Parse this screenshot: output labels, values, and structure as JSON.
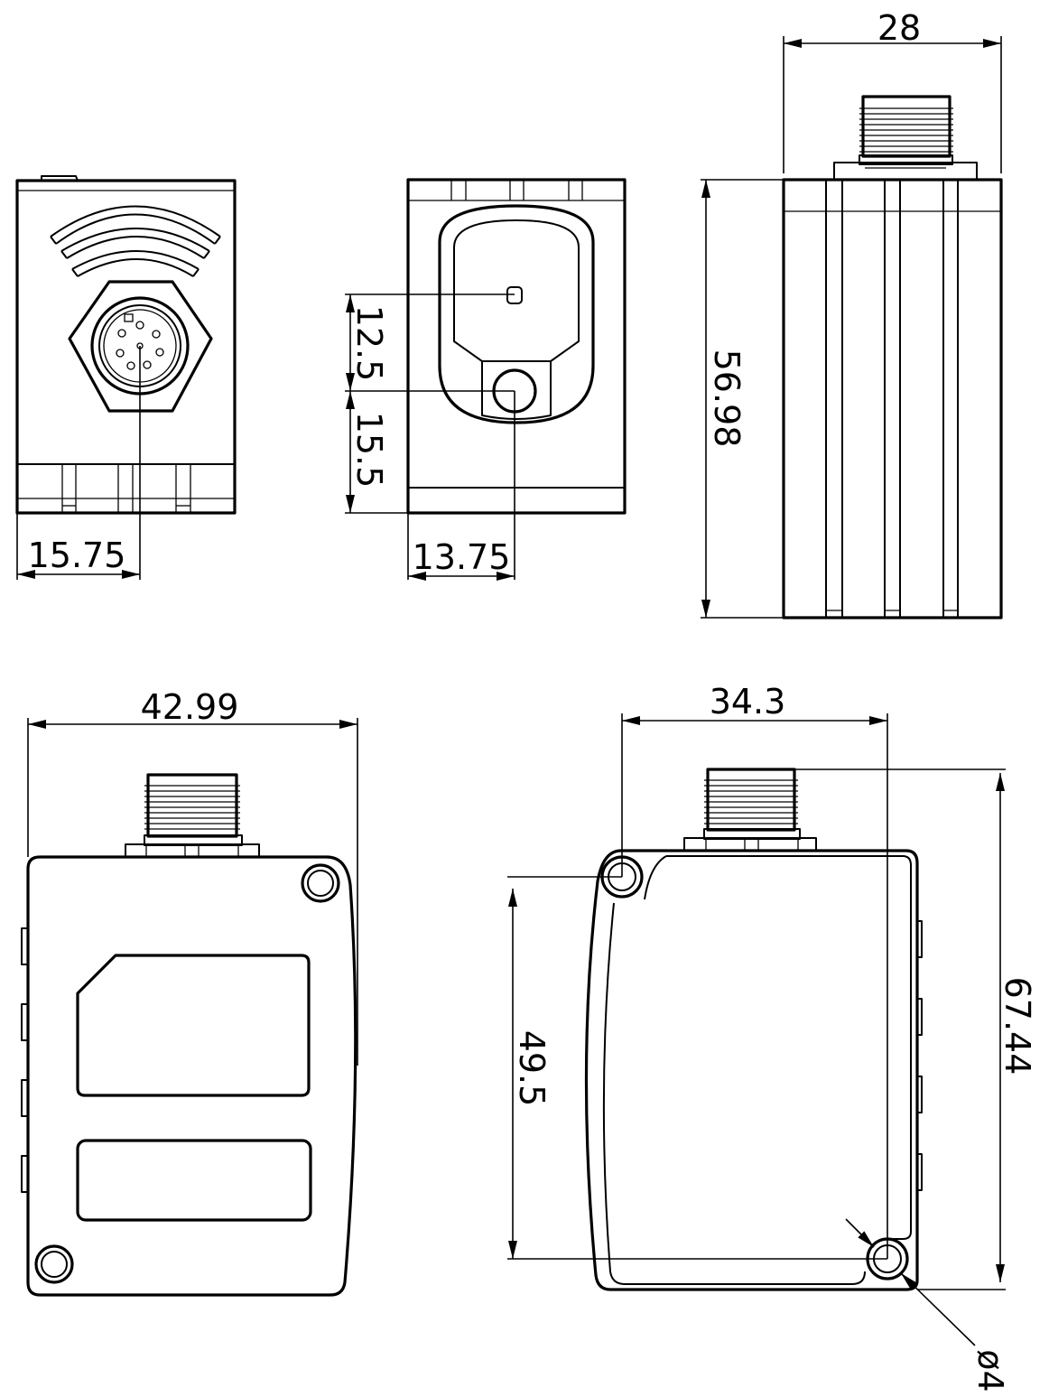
{
  "dimensions": {
    "front_connector_offset": "15.75",
    "face_led_offset": "12.5",
    "face_lens_offset": "15.5",
    "face_lens_horizontal": "13.75",
    "side_height": "56.98",
    "side_width": "28",
    "back_width": "42.99",
    "rear_hole_spacing_x": "34.3",
    "rear_hole_spacing_y": "49.5",
    "rear_total_height": "67.44",
    "rear_hole_diameter": "ø4"
  },
  "colors": {
    "line": "#000000",
    "background": "#ffffff"
  }
}
